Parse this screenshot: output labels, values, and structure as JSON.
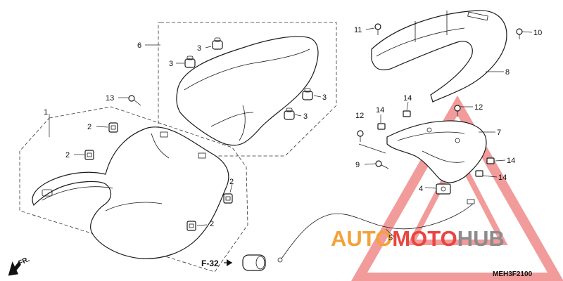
{
  "diagram": {
    "code": "MEH3F2100",
    "reference": "F-32",
    "direction": "FR."
  },
  "callouts": [
    {
      "id": "c1",
      "label": "1"
    },
    {
      "id": "c2a",
      "label": "2"
    },
    {
      "id": "c2b",
      "label": "2"
    },
    {
      "id": "c2c",
      "label": "2"
    },
    {
      "id": "c2d",
      "label": "2"
    },
    {
      "id": "c3a",
      "label": "3"
    },
    {
      "id": "c3b",
      "label": "3"
    },
    {
      "id": "c3c",
      "label": "3"
    },
    {
      "id": "c3d",
      "label": "3"
    },
    {
      "id": "c4",
      "label": "4"
    },
    {
      "id": "c5",
      "label": "5"
    },
    {
      "id": "c6",
      "label": "6"
    },
    {
      "id": "c7",
      "label": "7"
    },
    {
      "id": "c8",
      "label": "8"
    },
    {
      "id": "c9",
      "label": "9"
    },
    {
      "id": "c10",
      "label": "10"
    },
    {
      "id": "c11",
      "label": "11"
    },
    {
      "id": "c12a",
      "label": "12"
    },
    {
      "id": "c12b",
      "label": "12"
    },
    {
      "id": "c13",
      "label": "13"
    },
    {
      "id": "c14a",
      "label": "14"
    },
    {
      "id": "c14b",
      "label": "14"
    },
    {
      "id": "c14c",
      "label": "14"
    },
    {
      "id": "c14d",
      "label": "14"
    }
  ],
  "watermark": {
    "part1": "AUTO",
    "part2": "MOTO",
    "part3": "HUB",
    "color_orange": "#f2a23a",
    "color_red": "#e8463e",
    "color_gray": "#8c8c8c"
  }
}
